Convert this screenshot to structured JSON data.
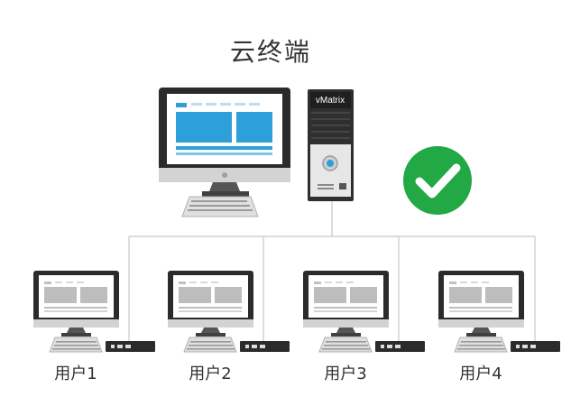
{
  "diagram": {
    "title": "云终端",
    "server_label": "vMatrix",
    "status_icon": "check-circle-icon",
    "status_color": "#22a845",
    "accent_color": "#2d9fd9",
    "users": [
      {
        "label": "用户1"
      },
      {
        "label": "用户2"
      },
      {
        "label": "用户3"
      },
      {
        "label": "用户4"
      }
    ]
  }
}
